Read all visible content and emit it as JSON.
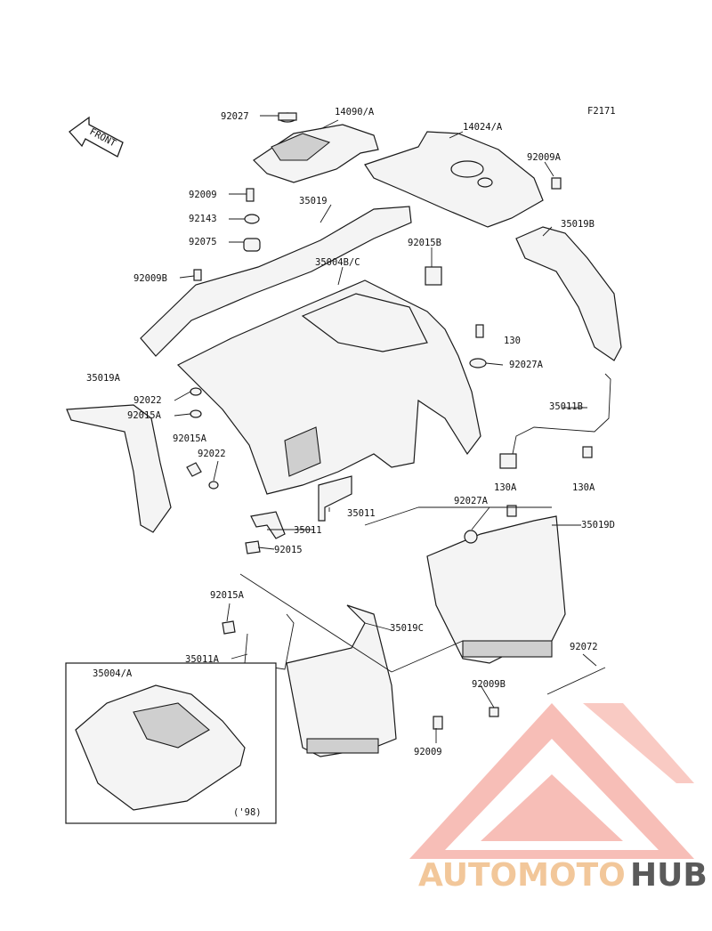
{
  "diagram": {
    "figure_code": "F2171",
    "front_label": "FRONT",
    "inset_year": "('98)",
    "labels": {
      "p92027": "92027",
      "p14090A": "14090/A",
      "p14024A": "14024/A",
      "p92009A": "92009A",
      "p92009": "92009",
      "p35019": "35019",
      "p92143": "92143",
      "p92075": "92075",
      "p35019B": "35019B",
      "p92015B": "92015B",
      "p35004BC": "35004B/C",
      "p92009B": "92009B",
      "p130": "130",
      "p92027A": "92027A",
      "p35019A": "35019A",
      "p92022": "92022",
      "p92015A": "92015A",
      "p92015A2": "92015A",
      "p92022b": "92022",
      "p35011B": "35011B",
      "p130A": "130A",
      "p130A2": "130A",
      "p92027A2": "92027A",
      "p35011": "35011",
      "p35011b": "35011",
      "p35019D": "35019D",
      "p92015": "92015",
      "p92015A3": "92015A",
      "p35019C": "35019C",
      "p35011A": "35011A",
      "p92072": "92072",
      "p35004A": "35004/A",
      "p92009B2": "92009B",
      "p92009b": "92009"
    }
  },
  "watermark": {
    "word_part1": "AUTOMOTO",
    "word_part2": "HUB",
    "color_primary": "#f4a9a0",
    "color_secondary": "#f2c79a",
    "color_dark": "#5a5a5a"
  }
}
